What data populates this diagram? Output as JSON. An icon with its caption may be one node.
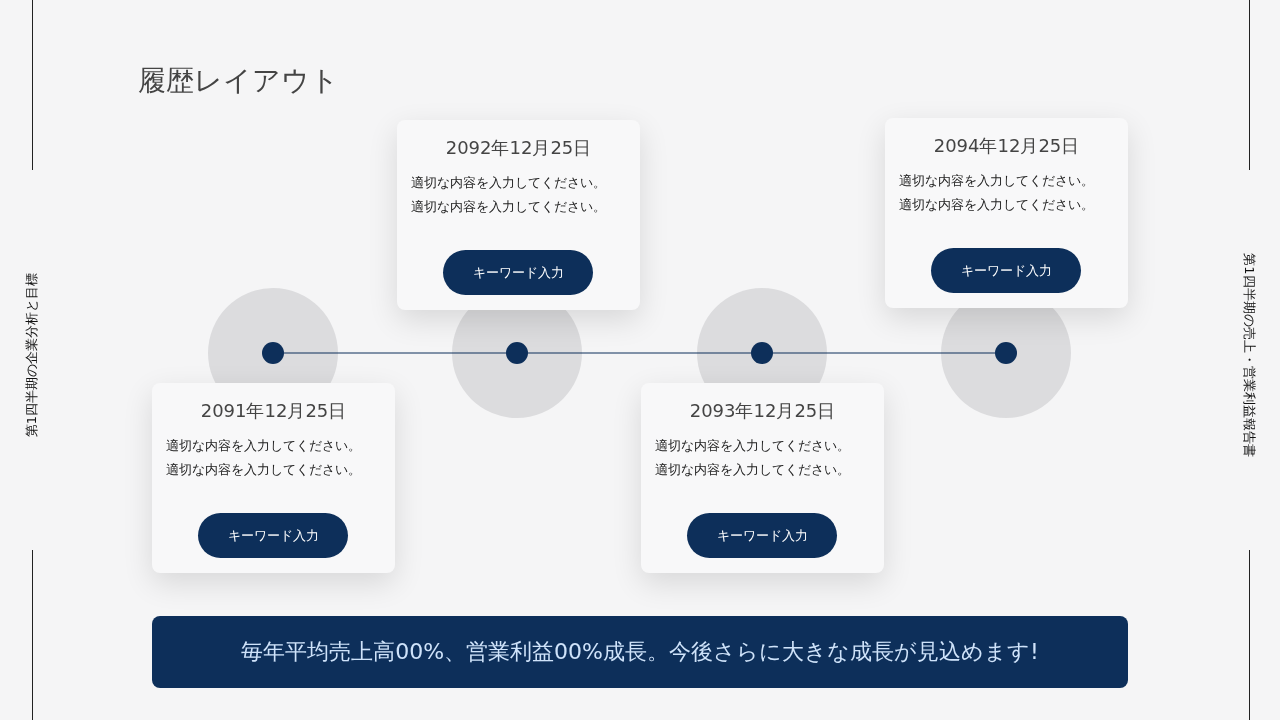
{
  "diagram": {
    "title": "履歴レイアウト",
    "nodes": [
      {
        "text": [
          "2092年12月25日",
          "適切な内容を入力してください。",
          "適切な内容を入力してください。"
        ]
      },
      {
        "text": [
          "キーワード入力"
        ],
        "in": 0
      },
      {
        "text": [
          "2094年12月25日",
          "適切な内容を入力してください。",
          "適切な内容を入力してください。"
        ]
      },
      {
        "text": [
          "キーワード入力"
        ],
        "in": 2
      },
      {
        "text": [],
        "shape": "circle"
      },
      {
        "text": [],
        "shape": "circle"
      },
      {
        "text": [],
        "shape": "circle"
      },
      {
        "text": [],
        "shape": "circle"
      },
      {
        "text": [
          "2091年12月25日",
          "適切な内容を入力してください。",
          "適切な内容を入力してください。"
        ]
      },
      {
        "text": [
          "キーワード入力"
        ],
        "in": 8
      },
      {
        "text": [
          "2093年12月25日",
          "適切な内容を入力してください。",
          "適切な内容を入力してください。"
        ]
      },
      {
        "text": [
          "キーワード入力"
        ],
        "in": 10
      },
      {
        "text": [
          "毎年平均売上高00%、営業利益00%成長。今後さらに大きな成長が見込めます!"
        ]
      }
    ],
    "edges": [
      {
        "from": 4,
        "to": 5,
        "arrow": "none"
      },
      {
        "from": 5,
        "to": 6,
        "arrow": "none"
      },
      {
        "from": 6,
        "to": 7,
        "arrow": "none"
      }
    ],
    "labels": [
      "第1四半期の企業分析と目標",
      "第1四半期の売上・営業利益報告書"
    ]
  }
}
